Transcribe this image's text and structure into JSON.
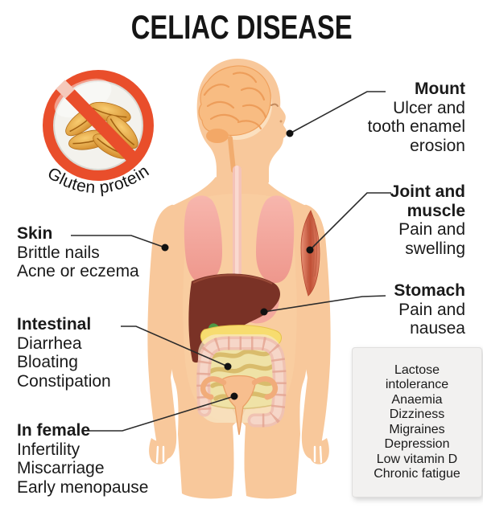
{
  "title": "CELIAC DISEASE",
  "badge": {
    "label": "Gluten protein"
  },
  "callouts": {
    "mouth": {
      "title_lines": [
        "Mount"
      ],
      "detail_lines": [
        "Ulcer and",
        "tooth enamel",
        "erosion"
      ]
    },
    "joint": {
      "title_lines": [
        "Joint and",
        "muscle"
      ],
      "detail_lines": [
        "Pain and",
        "swelling"
      ]
    },
    "stomach": {
      "title_lines": [
        "Stomach"
      ],
      "detail_lines": [
        "Pain and",
        "nausea"
      ]
    },
    "skin": {
      "title_lines": [
        "Skin"
      ],
      "detail_lines": [
        "Brittle nails",
        "Acne or eczema"
      ]
    },
    "intestinal": {
      "title_lines": [
        "Intestinal"
      ],
      "detail_lines": [
        "Diarrhea",
        "Bloating",
        "Constipation"
      ]
    },
    "female": {
      "title_lines": [
        "In female"
      ],
      "detail_lines": [
        "Infertility",
        "Miscarriage",
        "Early menopause"
      ]
    }
  },
  "symptom_box": {
    "items": [
      "Lactose intolerance",
      "Anaemia",
      "Dizziness",
      "Migraines",
      "Depression",
      "Low vitamin D",
      "Chronic fatigue"
    ]
  },
  "colors": {
    "accent_red": "#E94E2B",
    "skin": "#F8C89B",
    "organ_liver": "#7A3226",
    "organ_lung": "#F5ACA3",
    "text": "#1A1A1A",
    "leader_line": "#2B2B2B",
    "box_bg": "#F2F1F0"
  }
}
